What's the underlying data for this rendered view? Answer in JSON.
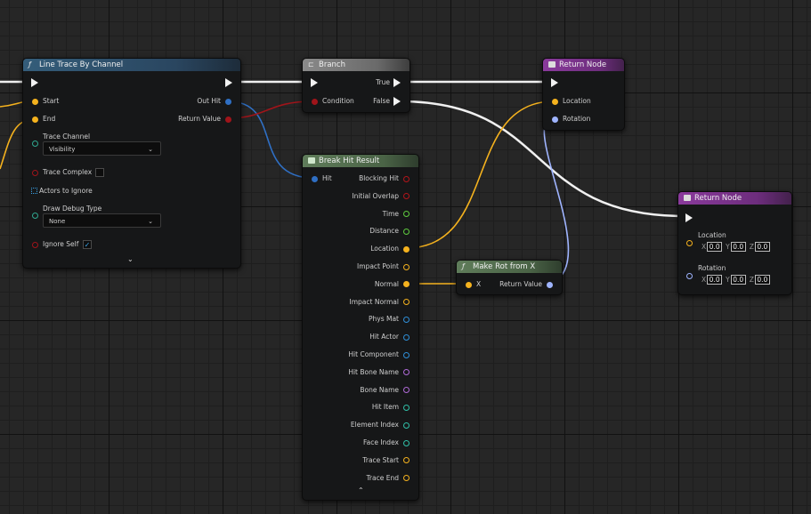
{
  "nodes": {
    "line_trace": {
      "title": "Line Trace By Channel",
      "pins": {
        "start": "Start",
        "end": "End",
        "out_hit": "Out Hit",
        "return_value": "Return Value",
        "trace_channel": "Trace Channel",
        "trace_channel_value": "Visibility",
        "trace_complex": "Trace Complex",
        "actors_to_ignore": "Actors to Ignore",
        "draw_debug_type": "Draw Debug Type",
        "draw_debug_value": "None",
        "ignore_self": "Ignore Self"
      }
    },
    "branch": {
      "title": "Branch",
      "pins": {
        "true": "True",
        "condition": "Condition",
        "false": "False"
      }
    },
    "return_node_1": {
      "title": "Return Node",
      "pins": {
        "location": "Location",
        "rotation": "Rotation"
      }
    },
    "break_hit": {
      "title": "Break Hit Result",
      "input_pin": "Hit",
      "outputs": [
        {
          "label": "Blocking Hit",
          "color": "#b3151a",
          "connected": false
        },
        {
          "label": "Initial Overlap",
          "color": "#b3151a",
          "connected": false
        },
        {
          "label": "Time",
          "color": "#5fcc3e",
          "connected": false
        },
        {
          "label": "Distance",
          "color": "#5fcc3e",
          "connected": false
        },
        {
          "label": "Location",
          "color": "#f5b21e",
          "connected": true
        },
        {
          "label": "Impact Point",
          "color": "#f5b21e",
          "connected": false
        },
        {
          "label": "Normal",
          "color": "#f5b21e",
          "connected": true
        },
        {
          "label": "Impact Normal",
          "color": "#f5b21e",
          "connected": false
        },
        {
          "label": "Phys Mat",
          "color": "#2f8fd8",
          "connected": false
        },
        {
          "label": "Hit Actor",
          "color": "#2f8fd8",
          "connected": false
        },
        {
          "label": "Hit Component",
          "color": "#2f8fd8",
          "connected": false
        },
        {
          "label": "Hit Bone Name",
          "color": "#b06ad8",
          "connected": false
        },
        {
          "label": "Bone Name",
          "color": "#b06ad8",
          "connected": false
        },
        {
          "label": "Hit Item",
          "color": "#30c0a8",
          "connected": false
        },
        {
          "label": "Element Index",
          "color": "#30c0a8",
          "connected": false
        },
        {
          "label": "Face Index",
          "color": "#30c0a8",
          "connected": false
        },
        {
          "label": "Trace Start",
          "color": "#f5b21e",
          "connected": false
        },
        {
          "label": "Trace End",
          "color": "#f5b21e",
          "connected": false
        }
      ]
    },
    "make_rot": {
      "title": "Make Rot from X",
      "pins": {
        "x": "X",
        "return_value": "Return Value"
      }
    },
    "return_node_2": {
      "title": "Return Node",
      "pins": {
        "location": "Location",
        "rotation": "Rotation"
      },
      "axis": {
        "x": "X",
        "y": "Y",
        "z": "Z"
      },
      "location_values": {
        "x": "0.0",
        "y": "0.0",
        "z": "0.0"
      },
      "rotation_values": {
        "x": "0.0",
        "y": "0.0",
        "z": "0.0"
      }
    }
  },
  "colors": {
    "exec": "#f2f2f2",
    "vector": "#f5b21e",
    "struct_hit": "#2f8fd8",
    "bool": "#b3151a",
    "rotator": "#9fb4ff",
    "float": "#5fcc3e"
  },
  "icons": {
    "function": "function-icon",
    "branch": "branch-icon",
    "return": "return-node-icon",
    "break": "break-struct-icon"
  }
}
